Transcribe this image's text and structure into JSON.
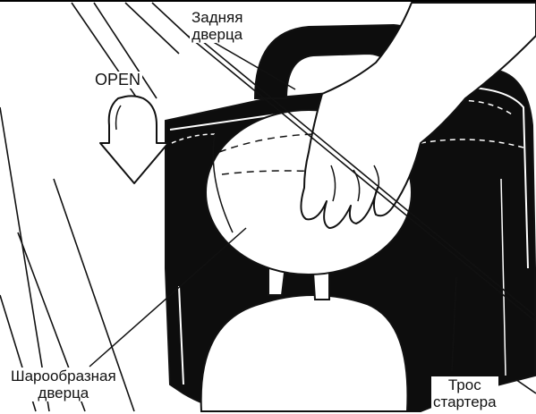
{
  "labels": {
    "open": "OPEN",
    "rear_door": "Задняя\nдверца",
    "ball_door": "Шарообразная\nдверца",
    "starter_rope": "Трос\nстартера"
  },
  "colors": {
    "ink": "#111111",
    "dark_fill": "#0d0d0d",
    "paper": "#ffffff"
  },
  "icons": {
    "open_arrow": "curved-down-arrow-icon"
  }
}
